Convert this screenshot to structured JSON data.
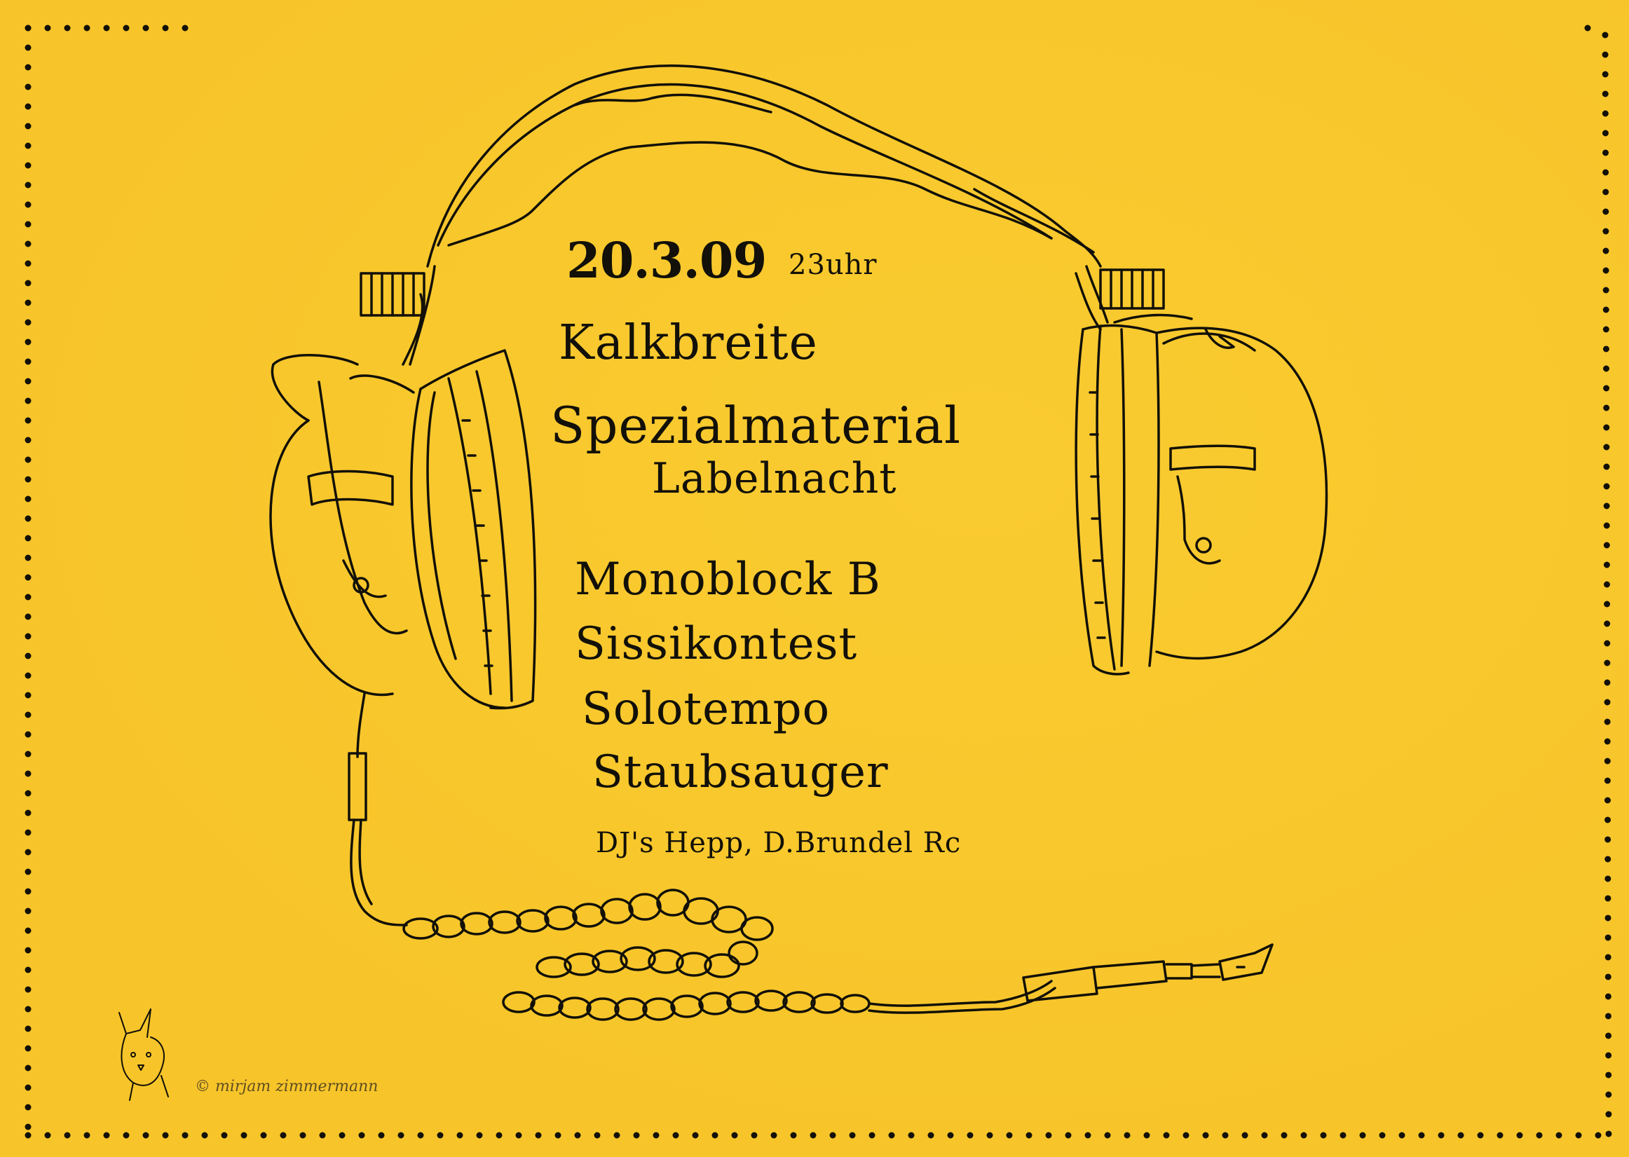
{
  "colors": {
    "paper": "#f7c52a",
    "ink": "#121008"
  },
  "event": {
    "date": "20.3.09",
    "time": "23uhr",
    "venue": "Kalkbreite",
    "title_line1": "Spezialmaterial",
    "title_line2": "Labelnacht"
  },
  "acts": [
    "Monoblock B",
    "Sissikontest",
    "Solotempo",
    "Staubsauger"
  ],
  "djs": "DJ's Hepp, D.Brundel Rc",
  "credit": "© mirjam zimmermann"
}
